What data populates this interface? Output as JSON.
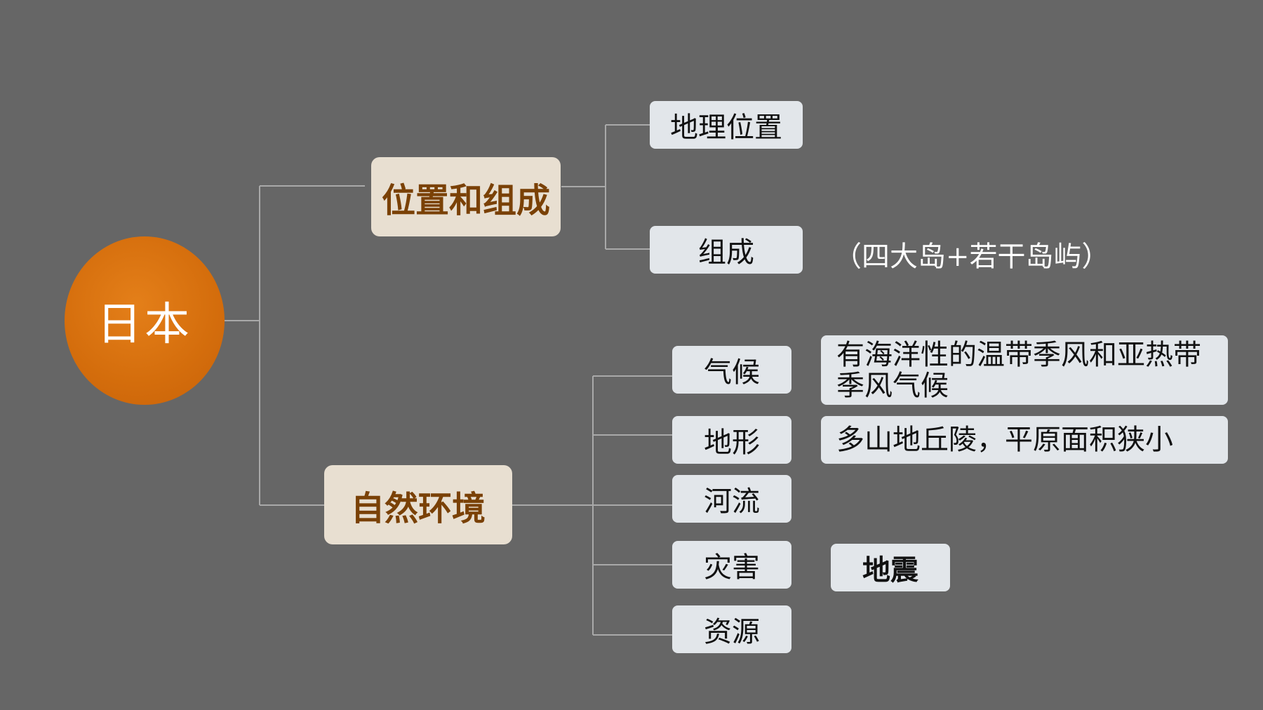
{
  "root": {
    "label": "日本"
  },
  "branches": {
    "location": {
      "label": "位置和组成",
      "children": {
        "geo": "地理位置",
        "composition": "组成",
        "composition_note": "（四大岛+若干岛屿）"
      }
    },
    "nature": {
      "label": "自然环境",
      "children": {
        "climate": "气候",
        "climate_note": "有海洋性的温带季风和亚热带季风气候",
        "terrain": "地形",
        "terrain_note": "多山地丘陵，平原面积狭小",
        "rivers": "河流",
        "disasters": "灾害",
        "disasters_note": "地震",
        "resources": "资源"
      }
    }
  },
  "colors": {
    "background": "#666666",
    "root_fill": "#d46d0c",
    "category_fill": "#e8dfd1",
    "category_text": "#7a4106",
    "leaf_fill": "#e2e6ea",
    "connector": "#a9a9a9"
  }
}
